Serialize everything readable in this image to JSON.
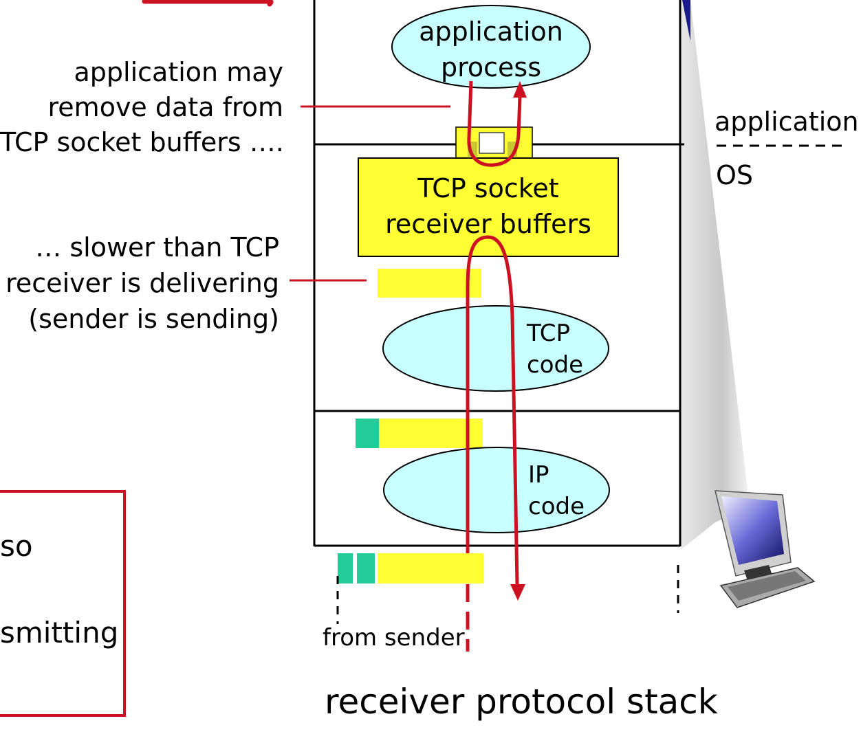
{
  "diagram": {
    "ellipses": {
      "app_process": {
        "text": [
          "application",
          "process"
        ]
      },
      "tcp_code": {
        "text": [
          "TCP",
          "code"
        ]
      },
      "ip_code": {
        "text": [
          "IP",
          "code"
        ]
      }
    },
    "socket_buffers": {
      "text": [
        "TCP socket",
        "receiver buffers"
      ]
    },
    "annotations": {
      "app_remove": [
        "application may",
        "remove data from",
        "TCP socket buffers …."
      ],
      "slower": [
        "… slower than TCP",
        "receiver is delivering",
        "(sender is sending)"
      ],
      "from_sender": "from sender",
      "stack_caption": "receiver protocol stack"
    },
    "layer_legend": {
      "application": "application",
      "os": "OS"
    },
    "callout_box": {
      "line1": "so",
      "line2": "smitting"
    },
    "icon": "desktop-computer-icon",
    "colors": {
      "arrow_red": "#cc1122",
      "buffer_yellow": "#ffff33",
      "header_green": "#22cc99",
      "ellipse_cyan": "#c8ffff"
    }
  }
}
